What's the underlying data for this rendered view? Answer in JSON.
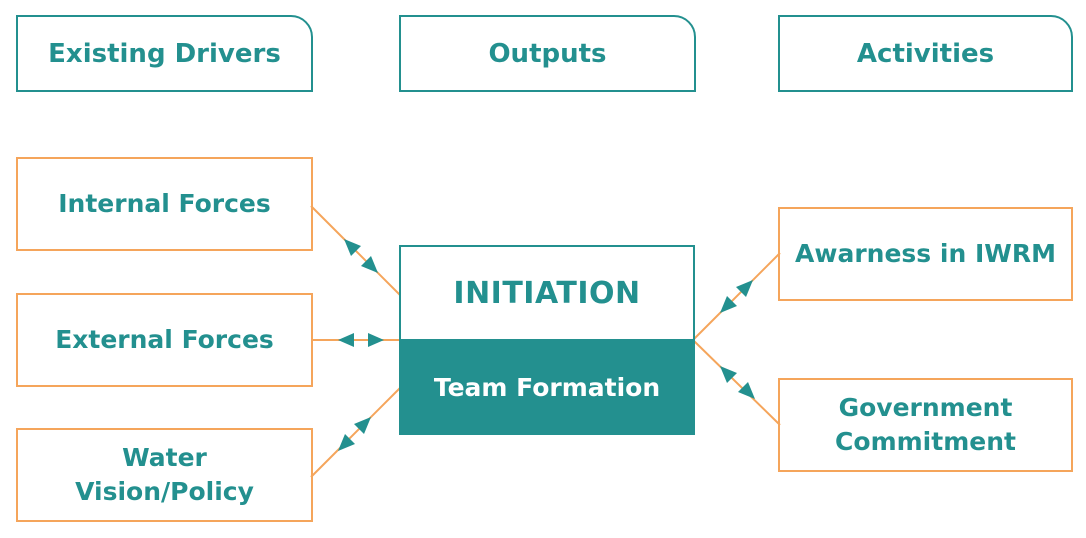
{
  "colors": {
    "teal": "#23908f",
    "orange": "#f5a55b",
    "background": "#ffffff"
  },
  "headers": {
    "drivers": "Existing Drivers",
    "outputs": "Outputs",
    "activities": "Activities"
  },
  "drivers": {
    "internal": "Internal Forces",
    "external": "External Forces",
    "water_line1": "Water",
    "water_line2": "Vision/Policy"
  },
  "center": {
    "title": "INITIATION",
    "subtitle": "Team Formation"
  },
  "activities": {
    "awareness": "Awarness in IWRM",
    "government_line1": "Government",
    "government_line2": "Commitment"
  }
}
